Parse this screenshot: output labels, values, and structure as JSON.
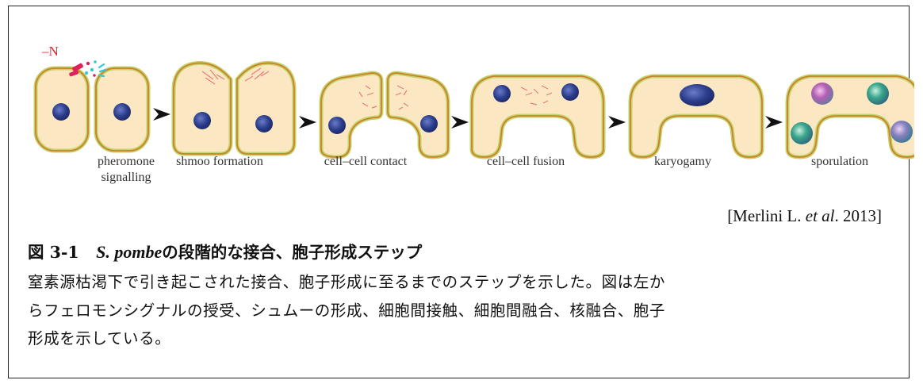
{
  "figure": {
    "nitrogen_label": "–N",
    "stages": [
      {
        "line1": "pheromone",
        "line2": "signalling"
      },
      {
        "line1": "shmoo formation",
        "line2": ""
      },
      {
        "line1": "cell–cell contact",
        "line2": ""
      },
      {
        "line1": "cell–cell fusion",
        "line2": ""
      },
      {
        "line1": "karyogamy",
        "line2": ""
      },
      {
        "line1": "sporulation",
        "line2": ""
      }
    ]
  },
  "citation": {
    "open": "[Merlini L. ",
    "etal": "et al",
    "close": ". 2013]"
  },
  "title": {
    "number": "図 3-1",
    "species": "S. pombe",
    "text": "の段階的な接合、胞子形成ステップ"
  },
  "caption": {
    "lines": [
      "窒素源枯渇下で引き起こされた接合、胞子形成に至るまでのステップを示した。図は左か",
      "らフェロモンシグナルの授受、シュムーの形成、細胞間接触、細胞間融合、核融合、胞子",
      "形成を示している。"
    ]
  },
  "colors": {
    "cell_fill": "#fbe8c2",
    "cell_outline": "#c8822e",
    "cell_outer_ring": "#c6d26a",
    "nucleus": "#2c3d8c",
    "pheromone_red": "#e0205a",
    "pheromone_cyan": "#35c7d8",
    "spore_purple": "#b45fb3",
    "spore_green": "#3aa58b",
    "arrow": "#111111"
  }
}
